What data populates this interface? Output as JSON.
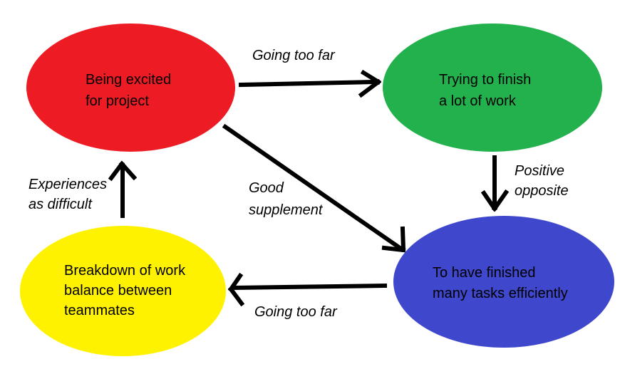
{
  "colors": {
    "background": "#FFFFFF",
    "arrow": "#000000",
    "text": "#000000",
    "node_red": "#ED1C24",
    "node_green": "#22B14C",
    "node_blue": "#3F48CC",
    "node_yellow": "#FFF200"
  },
  "diagram": {
    "nodes": [
      {
        "id": "excited",
        "label": "Being excited\nfor project",
        "color": "#ED1C24"
      },
      {
        "id": "trying",
        "label": "Trying to finish\na lot of work",
        "color": "#22B14C"
      },
      {
        "id": "finished",
        "label": "To have finished\nmany tasks efficiently",
        "color": "#3F48CC"
      },
      {
        "id": "breakdown",
        "label": "Breakdown of work\nbalance between\nteammates",
        "color": "#FFF200"
      }
    ],
    "edges": [
      {
        "from": "excited",
        "to": "trying",
        "label": "Going too far"
      },
      {
        "from": "trying",
        "to": "finished",
        "label": "Positive\nopposite"
      },
      {
        "from": "excited",
        "to": "finished",
        "label": "Good\nsupplement"
      },
      {
        "from": "finished",
        "to": "breakdown",
        "label": "Going too far"
      },
      {
        "from": "breakdown",
        "to": "excited",
        "label": "Experiences\nas difficult"
      }
    ]
  }
}
